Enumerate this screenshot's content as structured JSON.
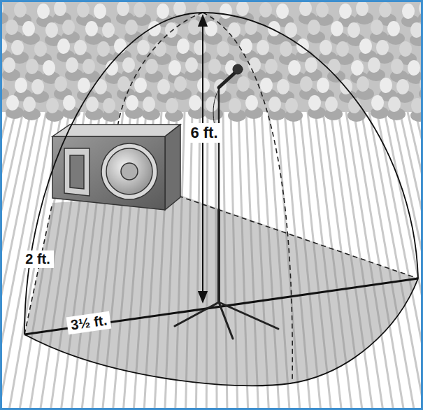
{
  "diagram": {
    "labels": [
      "6 ft.",
      "2 ft.",
      "3½ ft."
    ]
  }
}
